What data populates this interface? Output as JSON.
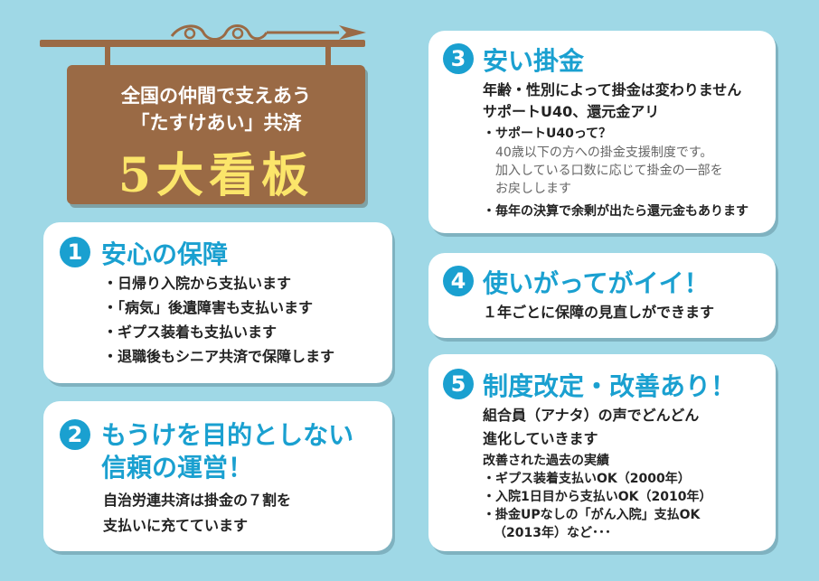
{
  "sign": {
    "line1": "全国の仲間で支えあう",
    "line2": "「たすけあい」共済",
    "line3": "5大看板"
  },
  "cards": [
    {
      "num": "1",
      "title": "安心の保障",
      "lines": [
        "・日帰り入院から支払います",
        "・「病気」後遺障害も支払います",
        "・ギプス装着も支払います",
        "・退職後もシニア共済で保障します"
      ]
    },
    {
      "num": "2",
      "title_1": "もうけを目的としない",
      "title_2": "信頼の運営！",
      "lines": [
        "自治労連共済は掛金の７割を",
        "支払いに充てています"
      ]
    },
    {
      "num": "3",
      "title": "安い掛金",
      "lines": [
        "年齢・性別によって掛金は変わりません",
        "サポートU40、還元金アリ"
      ],
      "sub_heading": "・サポートU40って？",
      "sub_lines": [
        "40歳以下の方への掛金支援制度です。",
        "加入している口数に応じて掛金の一部を",
        "お戻しします"
      ],
      "note": "・毎年の決算で余剰が出たら還元金もあります"
    },
    {
      "num": "4",
      "title": "使いがってがイイ！",
      "lines": [
        "１年ごとに保障の見直しができます"
      ]
    },
    {
      "num": "5",
      "title": "制度改定・改善あり！",
      "lines": [
        "組合員（アナタ）の声でどんどん",
        "進化していきます"
      ],
      "sub_heading": "改善された過去の実績",
      "sub_lines": [
        "・ギプス装着支払いOK（2000年）",
        "・入院1日目から支払いOK（2010年）",
        "・掛金UPなしの「がん入院」支払OK",
        "（2013年）など･･･"
      ]
    }
  ]
}
